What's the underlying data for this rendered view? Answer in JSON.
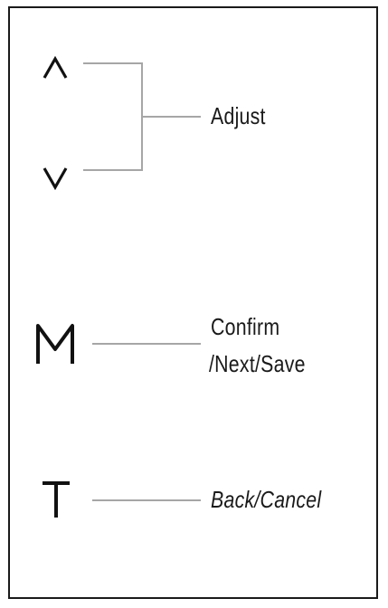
{
  "buttons": [
    {
      "key": "up",
      "icon": "chevron-up-icon"
    },
    {
      "key": "down",
      "icon": "chevron-down-icon"
    },
    {
      "key": "M",
      "glyph": "M"
    },
    {
      "key": "T",
      "glyph": "T"
    }
  ],
  "labels": {
    "adjust": "Adjust",
    "confirm_line1": "Confirm",
    "confirm_line2": "/Next/Save",
    "back": "Back/Cancel"
  },
  "colors": {
    "frame": "#1a1a1a",
    "connector": "#a6a6a6",
    "text": "#1a1a1a"
  }
}
